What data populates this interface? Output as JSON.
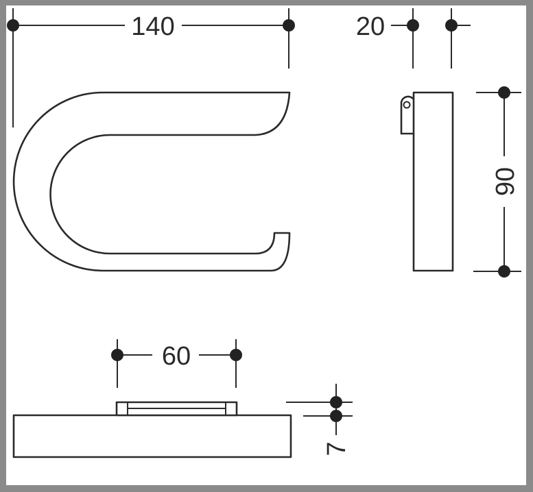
{
  "dimensions": {
    "width_overall": "140",
    "depth": "20",
    "height": "90",
    "hole_spacing": "60",
    "plate_thickness": "7"
  },
  "colors": {
    "line": "#2a2a2a",
    "frame": "#8a8a8a",
    "background": "#ffffff"
  }
}
